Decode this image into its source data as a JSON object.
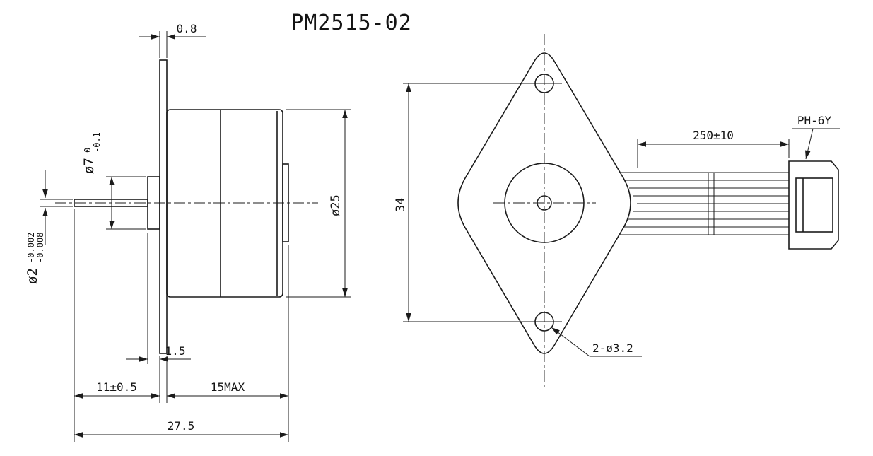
{
  "drawing": {
    "title": "PM2515-02",
    "style": {
      "line_color": "#1b1b1b",
      "background": "#ffffff"
    },
    "side_view": {
      "flange_thickness": "0.8",
      "boss_dia": "ø7",
      "boss_tol_upper": "0",
      "boss_tol_lower": "-0.1",
      "shaft_dia": "ø2",
      "shaft_tol_upper": "-0.002",
      "shaft_tol_lower": "-0.008",
      "body_dia": "ø25",
      "boss_length": "1.5",
      "shaft_length": "11±0.5",
      "body_length": "15MAX",
      "overall_length": "27.5"
    },
    "front_view": {
      "hole_spacing": "34",
      "mounting_holes": "2-ø3.2",
      "lead_length": "250±10",
      "connector": "PH-6Y"
    }
  }
}
